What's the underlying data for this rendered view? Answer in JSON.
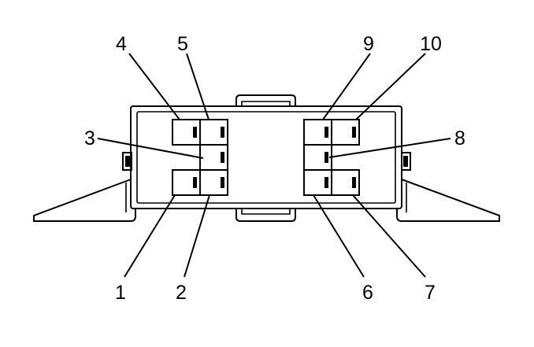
{
  "pins": [
    {
      "id": "1",
      "label": "1"
    },
    {
      "id": "2",
      "label": "2"
    },
    {
      "id": "3",
      "label": "3"
    },
    {
      "id": "4",
      "label": "4"
    },
    {
      "id": "5",
      "label": "5"
    },
    {
      "id": "6",
      "label": "6"
    },
    {
      "id": "7",
      "label": "7"
    },
    {
      "id": "8",
      "label": "8"
    },
    {
      "id": "9",
      "label": "9"
    },
    {
      "id": "10",
      "label": "10"
    }
  ]
}
